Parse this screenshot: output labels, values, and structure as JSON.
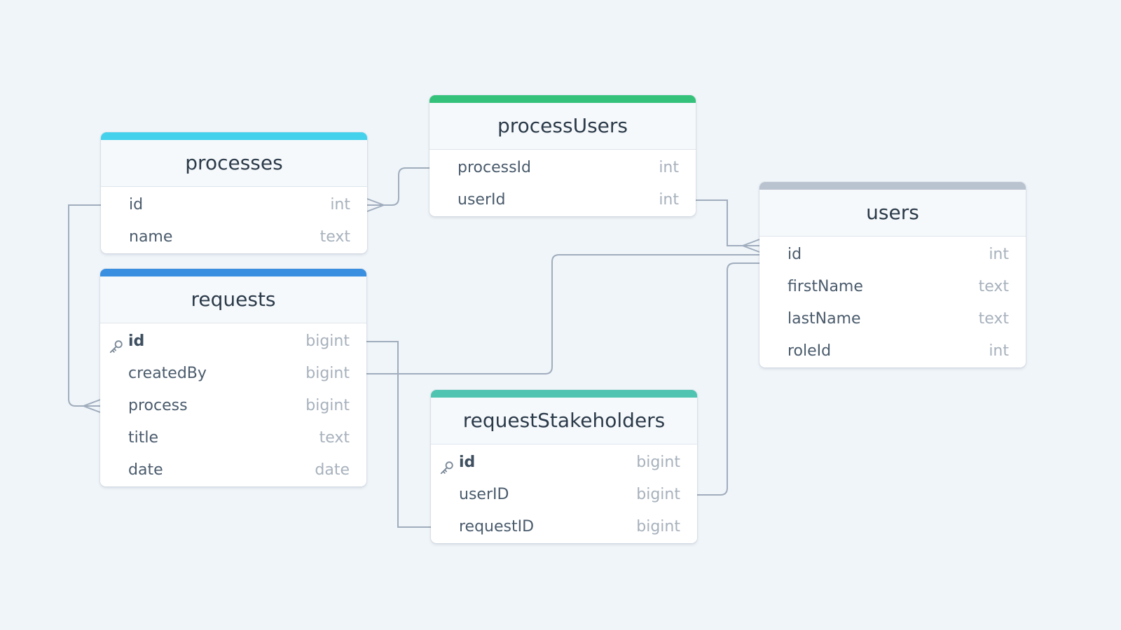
{
  "colors": {
    "background": "#f0f5f9",
    "connector": "#a0adbd"
  },
  "tables": [
    {
      "id": "processes",
      "name": "processes",
      "accent": "#44d1ec",
      "columns": [
        {
          "name": "id",
          "type": "int",
          "pk": false
        },
        {
          "name": "name",
          "type": "text",
          "pk": false
        }
      ]
    },
    {
      "id": "processUsers",
      "name": "processUsers",
      "accent": "#34c27b",
      "columns": [
        {
          "name": "processId",
          "type": "int",
          "pk": false
        },
        {
          "name": "userId",
          "type": "int",
          "pk": false
        }
      ]
    },
    {
      "id": "users",
      "name": "users",
      "accent": "#b9c2cf",
      "columns": [
        {
          "name": "id",
          "type": "int",
          "pk": false
        },
        {
          "name": "firstName",
          "type": "text",
          "pk": false
        },
        {
          "name": "lastName",
          "type": "text",
          "pk": false
        },
        {
          "name": "roleId",
          "type": "int",
          "pk": false
        }
      ]
    },
    {
      "id": "requests",
      "name": "requests",
      "accent": "#3b8fe0",
      "columns": [
        {
          "name": "id",
          "type": "bigint",
          "pk": true,
          "icon": "key-icon"
        },
        {
          "name": "createdBy",
          "type": "bigint",
          "pk": false
        },
        {
          "name": "process",
          "type": "bigint",
          "pk": false
        },
        {
          "name": "title",
          "type": "text",
          "pk": false
        },
        {
          "name": "date",
          "type": "date",
          "pk": false
        }
      ]
    },
    {
      "id": "requestStakeholders",
      "name": "requestStakeholders",
      "accent": "#4fc4b1",
      "columns": [
        {
          "name": "id",
          "type": "bigint",
          "pk": true,
          "icon": "key-icon"
        },
        {
          "name": "userID",
          "type": "bigint",
          "pk": false
        },
        {
          "name": "requestID",
          "type": "bigint",
          "pk": false
        }
      ]
    }
  ],
  "relationships": [
    {
      "from": "processUsers.processId",
      "to": "processes.id",
      "cardinality": "many-to-one"
    },
    {
      "from": "processUsers.userId",
      "to": "users.id",
      "cardinality": "many-to-one"
    },
    {
      "from": "requests.createdBy",
      "to": "users.id",
      "cardinality": "many-to-one"
    },
    {
      "from": "requestStakeholders.userID",
      "to": "users.id",
      "cardinality": "many-to-one"
    },
    {
      "from": "requests.process",
      "to": "processes.id",
      "cardinality": "many-to-one"
    },
    {
      "from": "requestStakeholders.requestID",
      "to": "requests.id",
      "cardinality": "many-to-one"
    }
  ]
}
